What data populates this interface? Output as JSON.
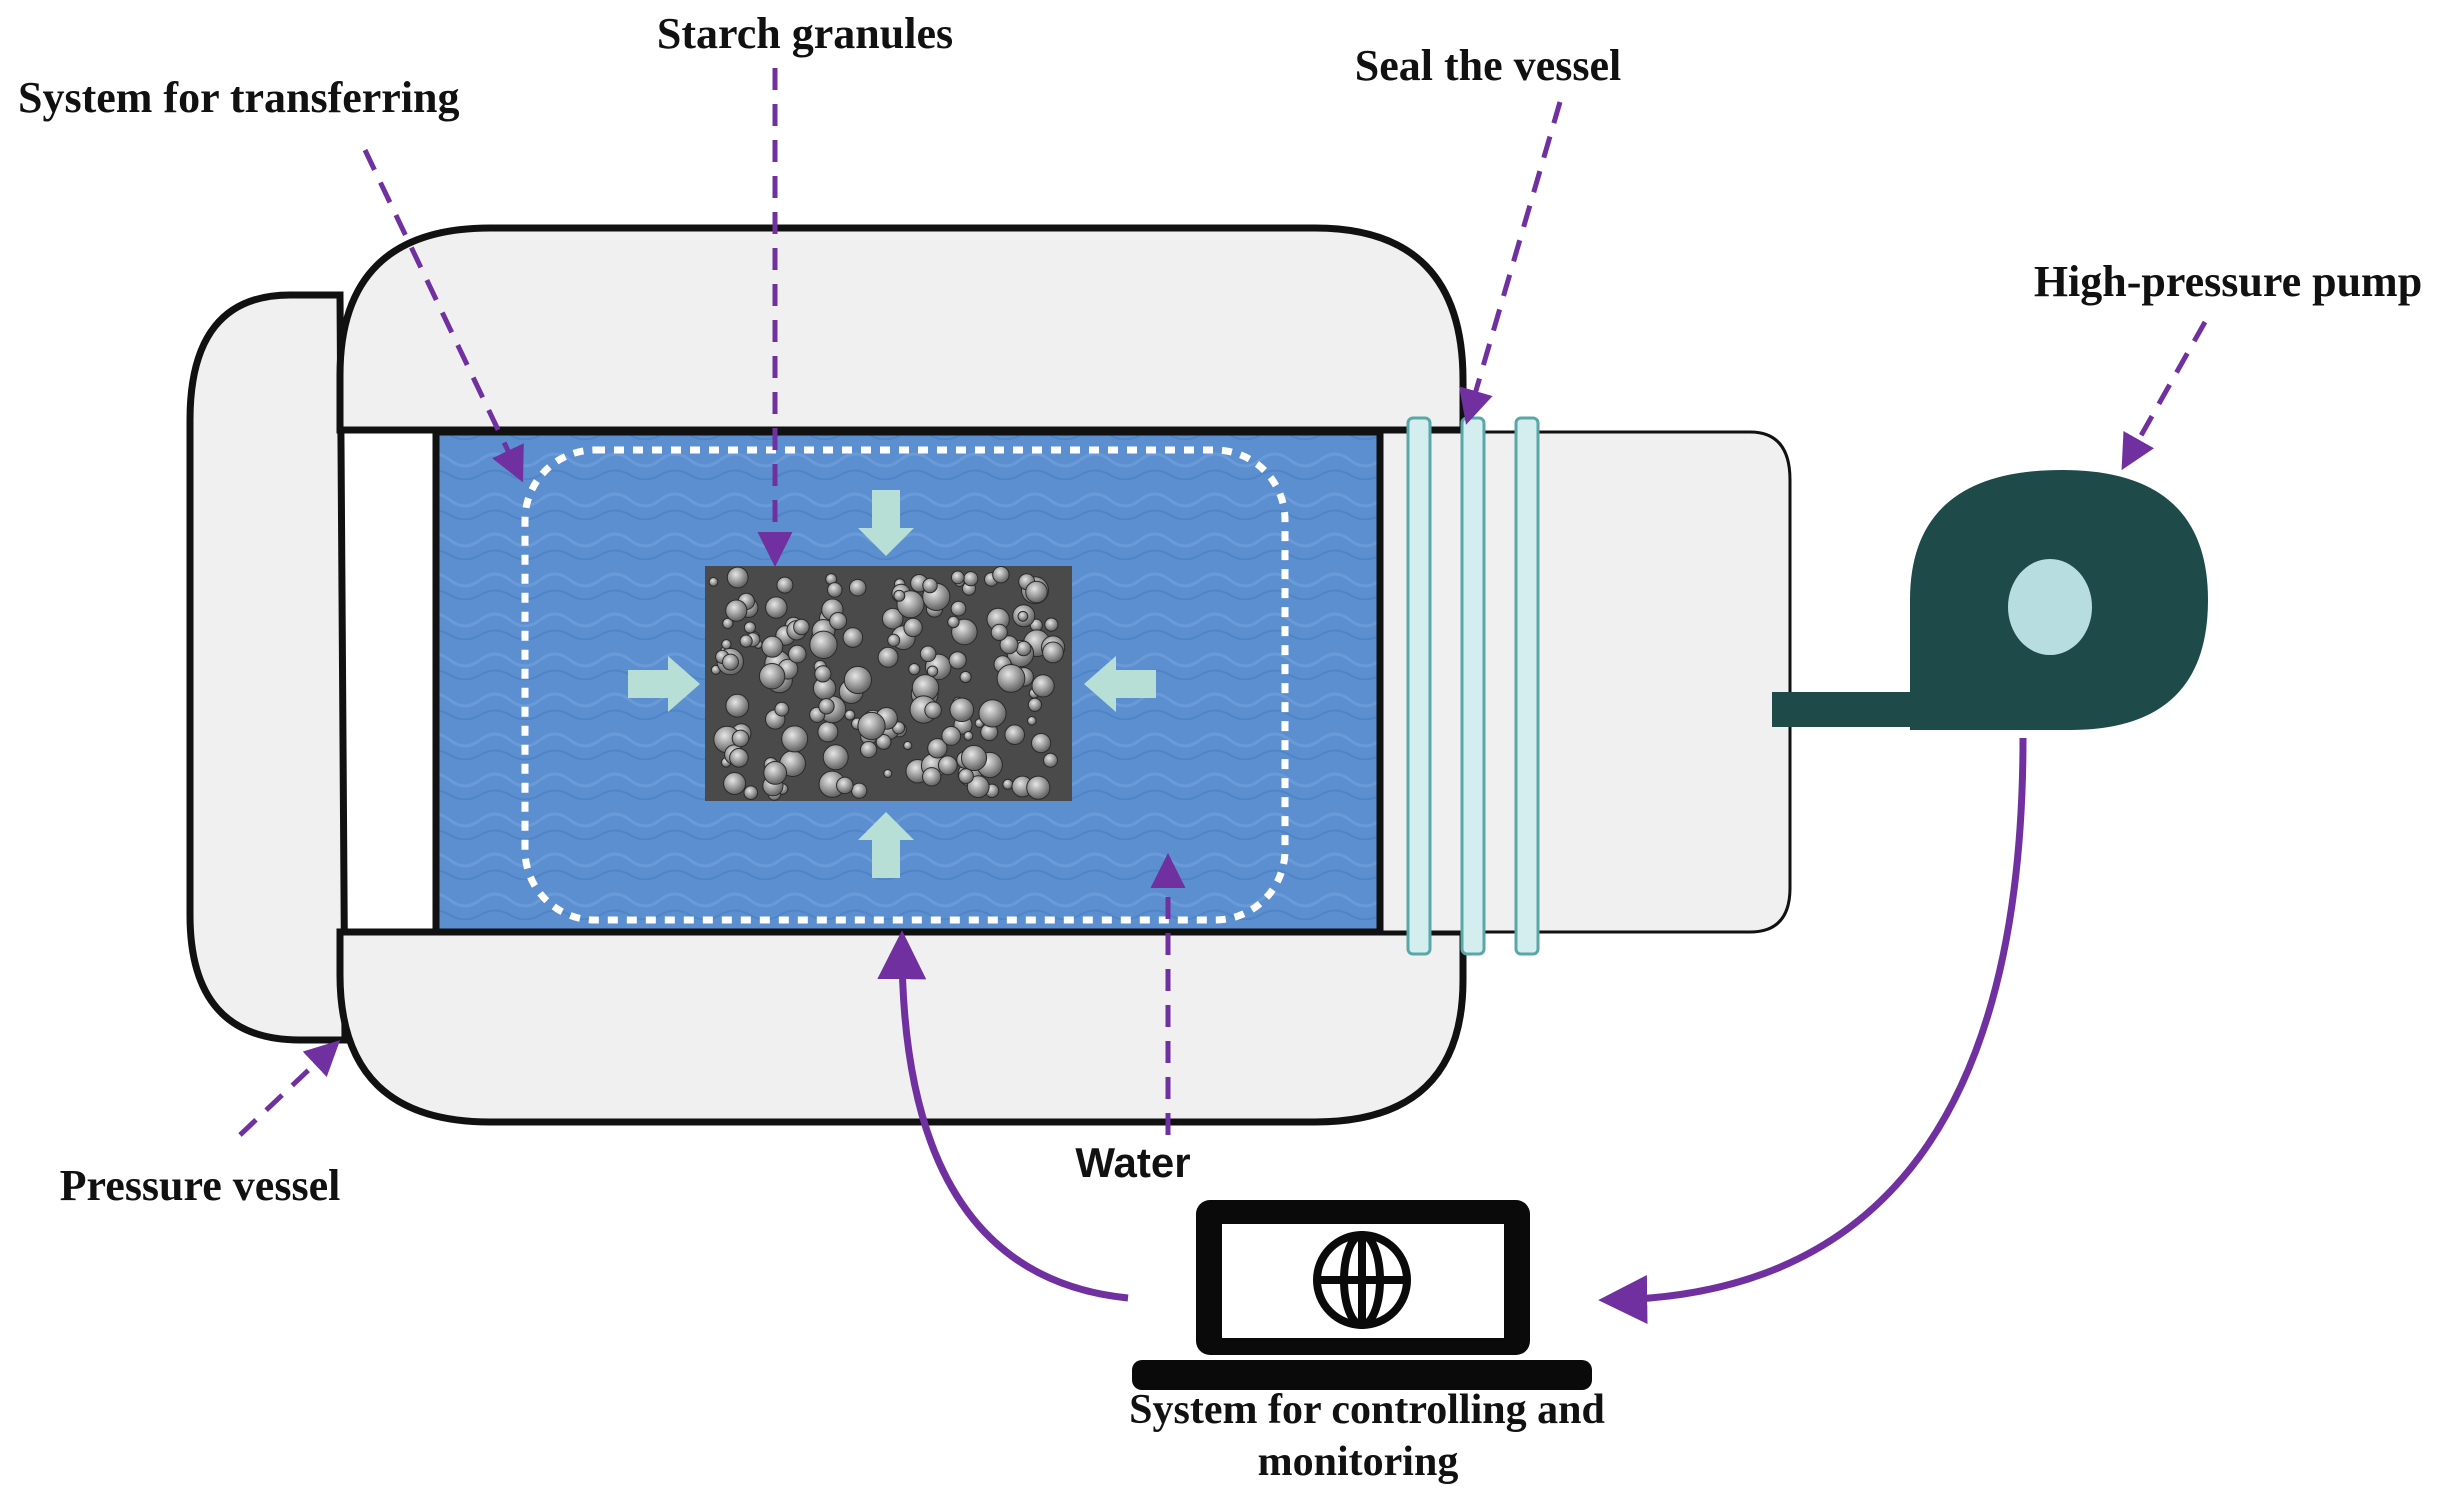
{
  "labels": {
    "starch_granules": "Starch granules",
    "system_for_transferring": "System for transferring",
    "seal_the_vessel": "Seal the vessel",
    "high_pressure_pump": "High-pressure pump",
    "pressure_vessel": "Pressure vessel",
    "water": "Water",
    "control_line1": "System for controlling and",
    "control_line2": "monitoring"
  },
  "colors": {
    "arrow": "#7030a0",
    "water": "#5b8fd0",
    "vessel": "#f0f0f0",
    "outline": "#111111",
    "pump": "#1e4a4a",
    "pump_eye": "#b8dde0",
    "compress_arrow": "#b7dfd6",
    "seal_ring": "#d4eef0"
  },
  "icons": {
    "laptop": "laptop-icon",
    "globe": "globe-icon",
    "pump": "pump-icon",
    "micrograph": "starch-micrograph"
  }
}
